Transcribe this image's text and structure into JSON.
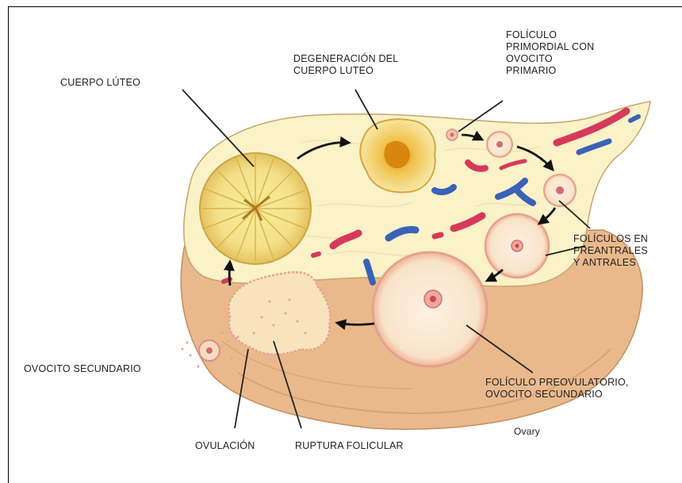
{
  "labels": {
    "cuerpo_luteo": "CUERPO LÚTEO",
    "degeneracion": "DEGENERACIÓN DEL\nCUERPO LUTEO",
    "foliculo_primordial": "FOLÍCULO\nPRIMORDIAL CON\nOVOCITO\nPRIMARIO",
    "foliculos_antrales": "FOLÍCULOS EN\nPREANTRALES\nY ANTRALES",
    "preovulatorio": "FOLÍCULO PREOVULATORIO,\nOVOCITO SECUNDARIO",
    "ovocito_secundario": "OVOCITO SECUNDARIO",
    "ovulacion": "OVULACIÓN",
    "ruptura": "RUPTURA FOLICULAR",
    "ovary": "Ovary"
  },
  "colors": {
    "stroma": "#fbf2c8",
    "stroma_edge": "#c9a36b",
    "outer_tissue": "#e8b98c",
    "corpus_luteum": "#f6e49a",
    "follicle_pink": "#f4c7b4",
    "artery": "#d63a5a",
    "vein": "#3a62b8"
  }
}
